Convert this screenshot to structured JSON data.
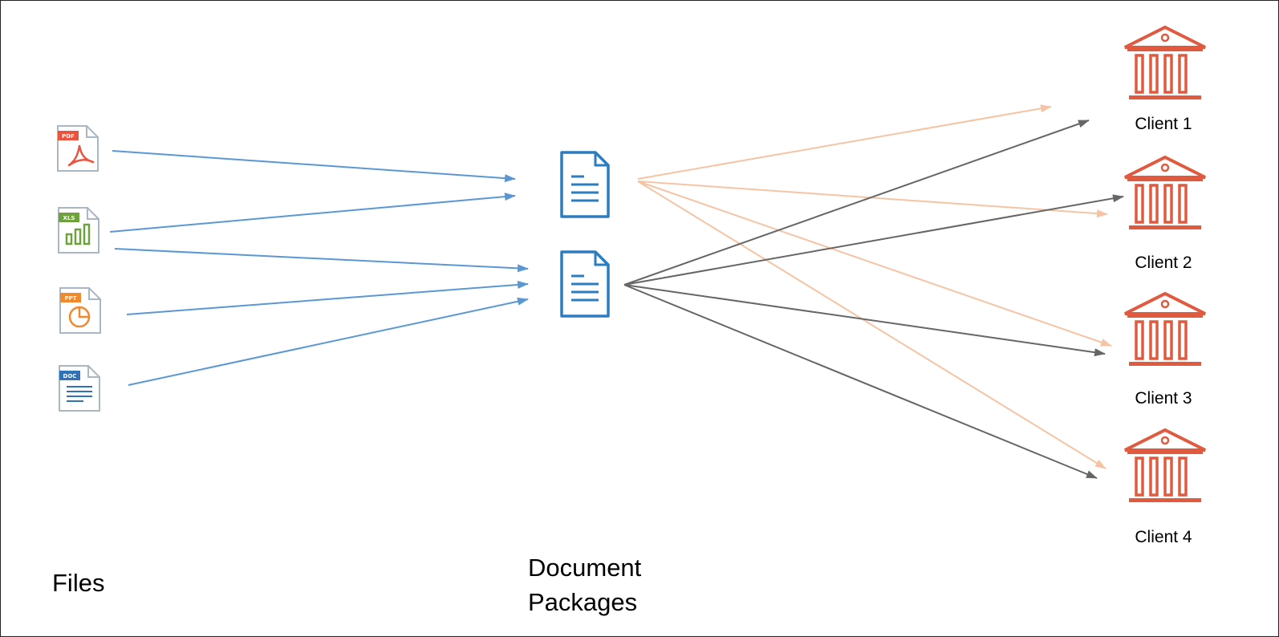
{
  "labels": {
    "files": "Files",
    "packages_line1": "Document",
    "packages_line2": "Packages"
  },
  "files": [
    {
      "badge": "PDF",
      "icon": "pdf-file-icon",
      "color": "#e8543d"
    },
    {
      "badge": "XLS",
      "icon": "xls-file-icon",
      "color": "#6ea23c"
    },
    {
      "badge": "PPT",
      "icon": "ppt-file-icon",
      "color": "#f0882e"
    },
    {
      "badge": "DOC",
      "icon": "doc-file-icon",
      "color": "#2f73b6"
    }
  ],
  "packages": [
    {
      "icon": "document-package-icon"
    },
    {
      "icon": "document-package-icon"
    }
  ],
  "clients": [
    {
      "label": "Client 1",
      "icon": "bank-building-icon"
    },
    {
      "label": "Client 2",
      "icon": "bank-building-icon"
    },
    {
      "label": "Client 3",
      "icon": "bank-building-icon"
    },
    {
      "label": "Client 4",
      "icon": "bank-building-icon"
    }
  ],
  "colors": {
    "file_to_package": "#5a97d3",
    "package1_to_client": "#f5c4a5",
    "package2_to_client": "#666666",
    "client_icon": "#e05a40",
    "package_icon": "#2b7cc0",
    "file_frame": "#a9b7c4"
  },
  "connections": [
    {
      "from": "file-1",
      "to": "package-1"
    },
    {
      "from": "file-2",
      "to": "package-1"
    },
    {
      "from": "file-2",
      "to": "package-2"
    },
    {
      "from": "file-3",
      "to": "package-2"
    },
    {
      "from": "file-4",
      "to": "package-2"
    },
    {
      "from": "package-1",
      "to": "client-1"
    },
    {
      "from": "package-1",
      "to": "client-2"
    },
    {
      "from": "package-1",
      "to": "client-3"
    },
    {
      "from": "package-1",
      "to": "client-4"
    },
    {
      "from": "package-2",
      "to": "client-1"
    },
    {
      "from": "package-2",
      "to": "client-2"
    },
    {
      "from": "package-2",
      "to": "client-3"
    },
    {
      "from": "package-2",
      "to": "client-4"
    }
  ]
}
